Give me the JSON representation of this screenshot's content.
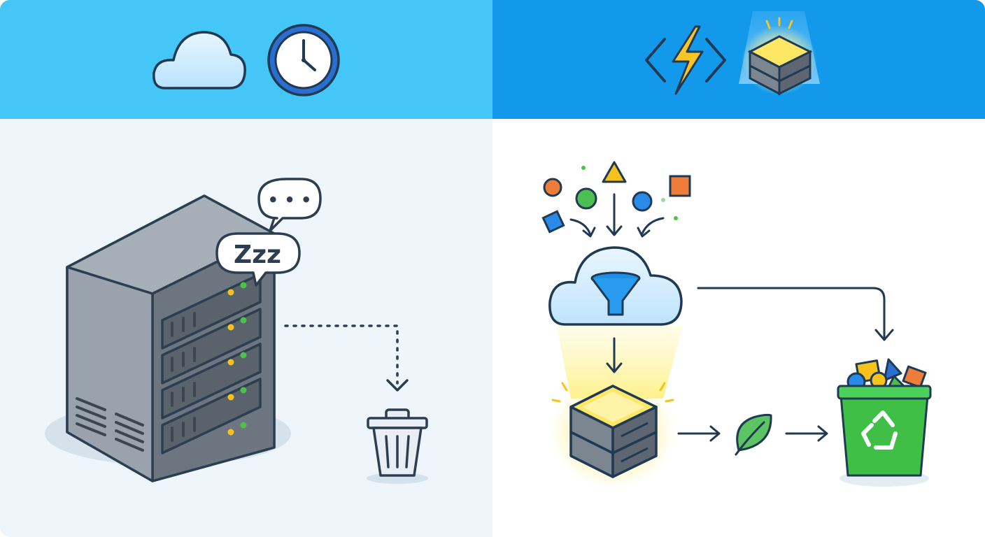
{
  "left": {
    "header_icons": [
      "cloud-icon",
      "clock-icon"
    ],
    "sleep_text": "Zzz",
    "speech_text": "• • •",
    "colors": {
      "header": "#44c7f6",
      "background": "#eef6fb",
      "server": "#8a939e",
      "led_yellow": "#f6c21b",
      "led_green": "#4cc24a"
    }
  },
  "right": {
    "header_icons": [
      "code-lightning-icon",
      "glowing-server-icon"
    ],
    "colors": {
      "header": "#1299ec",
      "background": "#ffffff",
      "glow": "#fff2a6",
      "bin": "#3fbf46",
      "leaf": "#5cc463"
    }
  },
  "flow": {
    "left": [
      "idle-server",
      "trash-can"
    ],
    "right": [
      "data-shapes",
      "filter-cloud",
      "active-server",
      "leaf",
      "recycle-bin"
    ]
  }
}
